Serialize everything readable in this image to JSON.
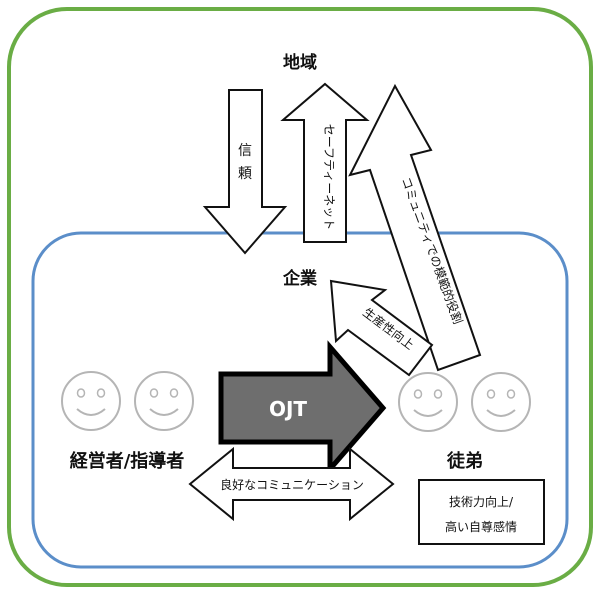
{
  "labels": {
    "region": "地域",
    "company": "企業",
    "managers": "経営者/指導者",
    "apprentices": "徒弟",
    "ojt": "OJT",
    "trust": "信頼",
    "safety_net": "セーフティーネット",
    "community_role": "コミュニティでの模範的役割",
    "productivity": "生産性向上",
    "good_comm": "良好なコミュニケーション",
    "outcome_line1": "技術力向上/",
    "outcome_line2": "高い自尊感情"
  },
  "colors": {
    "outer_border": "#6aad45",
    "inner_border": "#5b8ec9",
    "ojt_fill": "#6e6e6e",
    "face_stroke": "#b5b5b5"
  }
}
